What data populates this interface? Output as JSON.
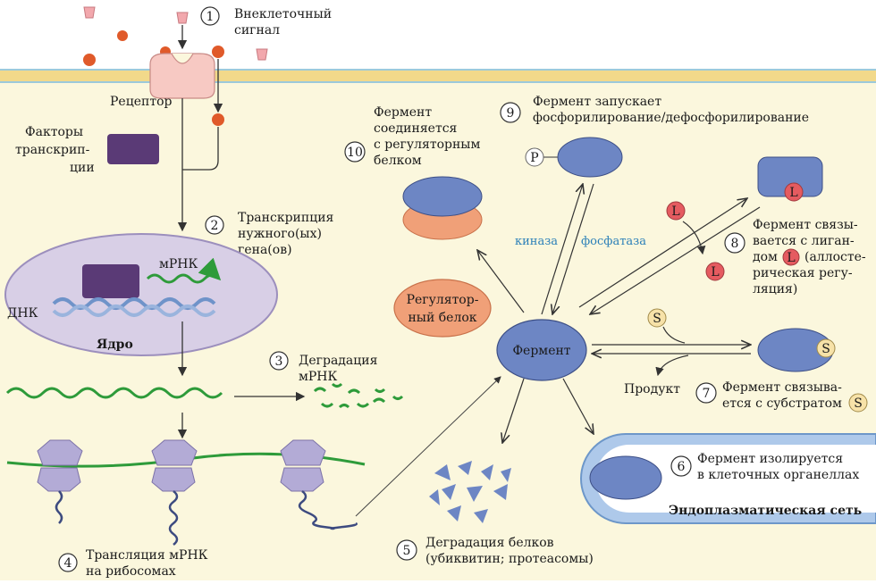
{
  "membrane_color": "#f2d98a",
  "cytoplasm_color": "#fbf7dd",
  "steps": [
    {
      "num": "1",
      "lines": [
        "Внеклеточный",
        "сигнал"
      ]
    },
    {
      "num": "2",
      "lines": [
        "Транскрипция",
        "нужного(ых)",
        "гена(ов)"
      ]
    },
    {
      "num": "3",
      "lines": [
        "Деградация",
        "мРНК"
      ]
    },
    {
      "num": "4",
      "lines": [
        "Трансляция мРНК",
        "на рибосомах"
      ]
    },
    {
      "num": "5",
      "lines": [
        "Деградация белков",
        "(убиквитин; протеасомы)"
      ]
    },
    {
      "num": "6",
      "lines": [
        "Фермент изолируется",
        "в клеточных органеллах"
      ]
    },
    {
      "num": "7",
      "lines": [
        "Фермент связыва-",
        "ется с субстратом"
      ]
    },
    {
      "num": "8",
      "lines": [
        "Фермент связы-",
        "вается с лиган-",
        "дом",
        "(аллосте-",
        "рическая регу-",
        "ляция)"
      ]
    },
    {
      "num": "9",
      "lines": [
        "Фермент запускает",
        "фосфорилирование/дефосфорилирование"
      ]
    },
    {
      "num": "10",
      "lines": [
        "Фермент",
        "соединяется",
        "с регуляторным",
        "белком"
      ]
    }
  ],
  "labels": {
    "receptor": "Рецептор",
    "tf": [
      "Факторы",
      "транскрип-",
      "ции"
    ],
    "mrna": "мРНК",
    "dna": "ДНК",
    "nucleus": "Ядро",
    "enzyme": "Фермент",
    "regulatory": [
      "Регулятор-",
      "ный белок"
    ],
    "kinase": "киназа",
    "phosphatase": "фосфатаза",
    "product": "Продукт",
    "er": "Эндоплазматическая сеть",
    "p": "P",
    "l": "L",
    "s": "S"
  }
}
